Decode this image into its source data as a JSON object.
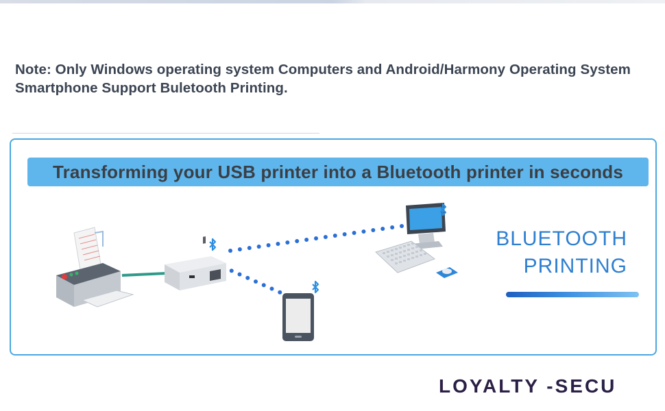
{
  "note": "Note: Only Windows operating system Computers and Android/Harmony Operating System Smartphone Support Buletooth Printing.",
  "banner": "Transforming your USB printer into a Bluetooth printer in seconds",
  "bluetooth_title": {
    "line1": "BLUETOOTH",
    "line2": "PRINTING"
  },
  "brand": "LOYALTY -SECU",
  "icons": [
    "printer-icon",
    "print-server-icon",
    "smartphone-icon",
    "desktop-computer-icon",
    "keyboard-icon",
    "mouse-icon",
    "bluetooth-icon"
  ],
  "colors": {
    "frame": "#4aa7e0",
    "banner": "#5fb6ec",
    "accent": "#2e7fd0",
    "dots": "#2b6fd6",
    "brand": "#2b1f46"
  }
}
